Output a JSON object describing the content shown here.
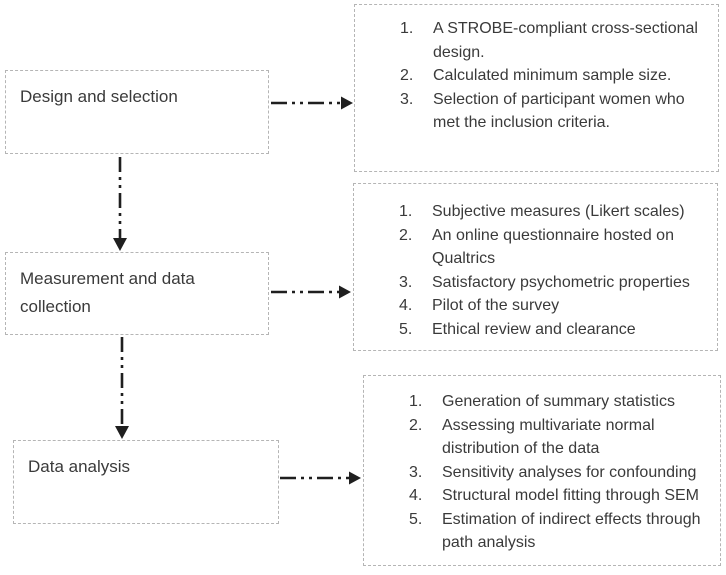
{
  "figure": {
    "type": "flowchart",
    "stages": [
      {
        "label": "Design and selection",
        "details": [
          "A STROBE-compliant cross-sectional design.",
          "Calculated minimum sample size.",
          "Selection of participant women who met the inclusion criteria."
        ]
      },
      {
        "label": "Measurement and data collection",
        "details": [
          "Subjective measures (Likert scales)",
          "An online questionnaire hosted on Qualtrics",
          "Satisfactory psychometric properties",
          "Pilot of the survey",
          "Ethical review and clearance"
        ]
      },
      {
        "label": "Data analysis",
        "details": [
          "Generation of summary statistics",
          "Assessing multivariate normal distribution of the data",
          "Sensitivity analyses for confounding",
          "Structural model fitting through SEM",
          "Estimation of indirect effects through path analysis"
        ]
      }
    ],
    "colors": {
      "box_border": "#b5b5b5",
      "text": "#3a3a3a",
      "arrow": "#1f1f1f",
      "background": "#ffffff"
    }
  }
}
